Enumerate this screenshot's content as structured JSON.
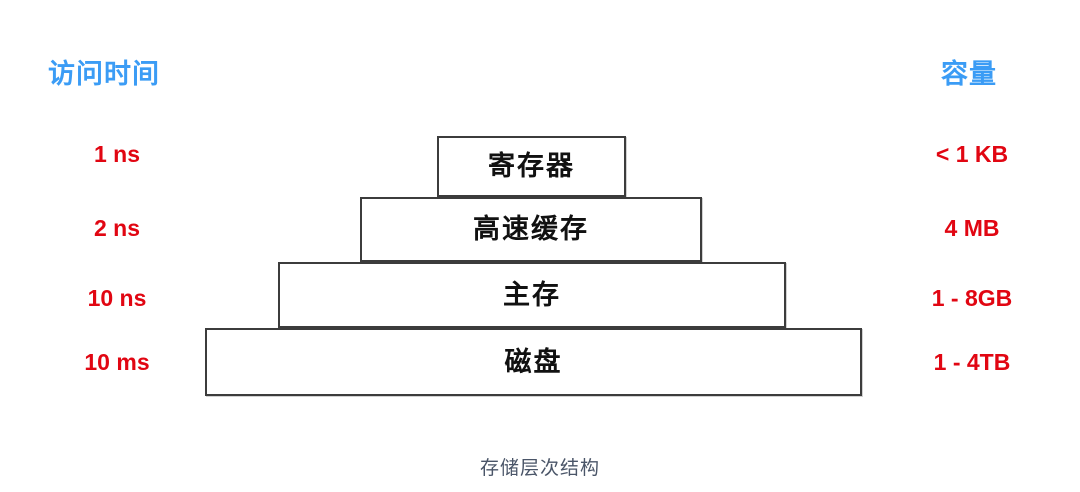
{
  "diagram": {
    "caption": "存储层次结构",
    "columns": {
      "left_header": "访问时间",
      "right_header": "容量"
    },
    "colors": {
      "header_blue": "#3b9cf5",
      "value_red": "#e10612",
      "box_border": "#3c3c3c",
      "caption_gray": "#4a5568",
      "background": "#ffffff"
    },
    "levels": [
      {
        "name": "寄存器",
        "access_time": "1 ns",
        "capacity": "< 1 KB"
      },
      {
        "name": "高速缓存",
        "access_time": "2 ns",
        "capacity": "4 MB"
      },
      {
        "name": "主存",
        "access_time": "10 ns",
        "capacity": "1 - 8GB"
      },
      {
        "name": "磁盘",
        "access_time": "10 ms",
        "capacity": "1 - 4TB"
      }
    ]
  }
}
